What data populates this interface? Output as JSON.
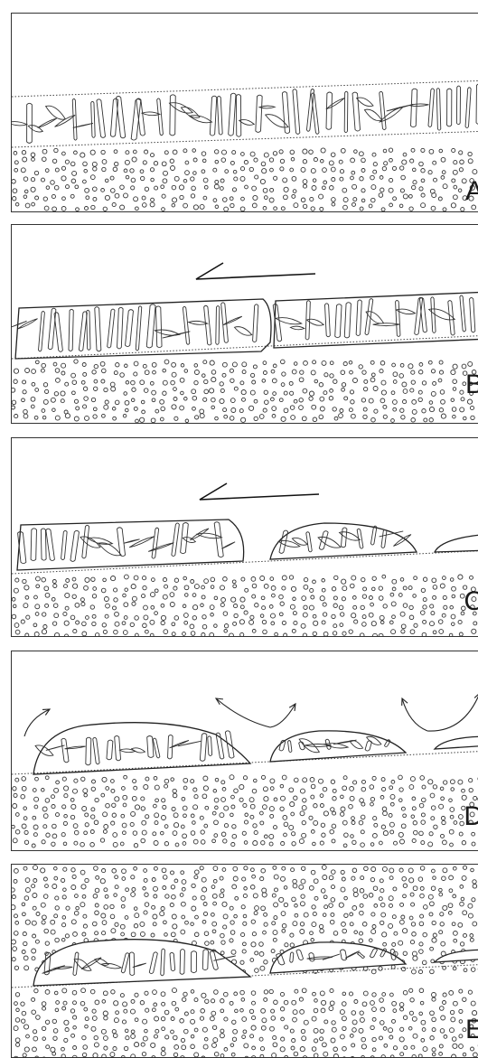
{
  "figure": {
    "panels": [
      {
        "id": "A",
        "label": "A",
        "shear_arrow": false,
        "flow_arrows": false,
        "covered": false
      },
      {
        "id": "B",
        "label": "B",
        "shear_arrow": true,
        "flow_arrows": false,
        "covered": false
      },
      {
        "id": "C",
        "label": "C",
        "shear_arrow": true,
        "flow_arrows": false,
        "covered": false
      },
      {
        "id": "D",
        "label": "D",
        "shear_arrow": false,
        "flow_arrows": true,
        "covered": false
      },
      {
        "id": "E",
        "label": "E",
        "shear_arrow": false,
        "flow_arrows": false,
        "covered": true
      }
    ],
    "colors": {
      "line": "#333333",
      "background": "#ffffff"
    }
  }
}
